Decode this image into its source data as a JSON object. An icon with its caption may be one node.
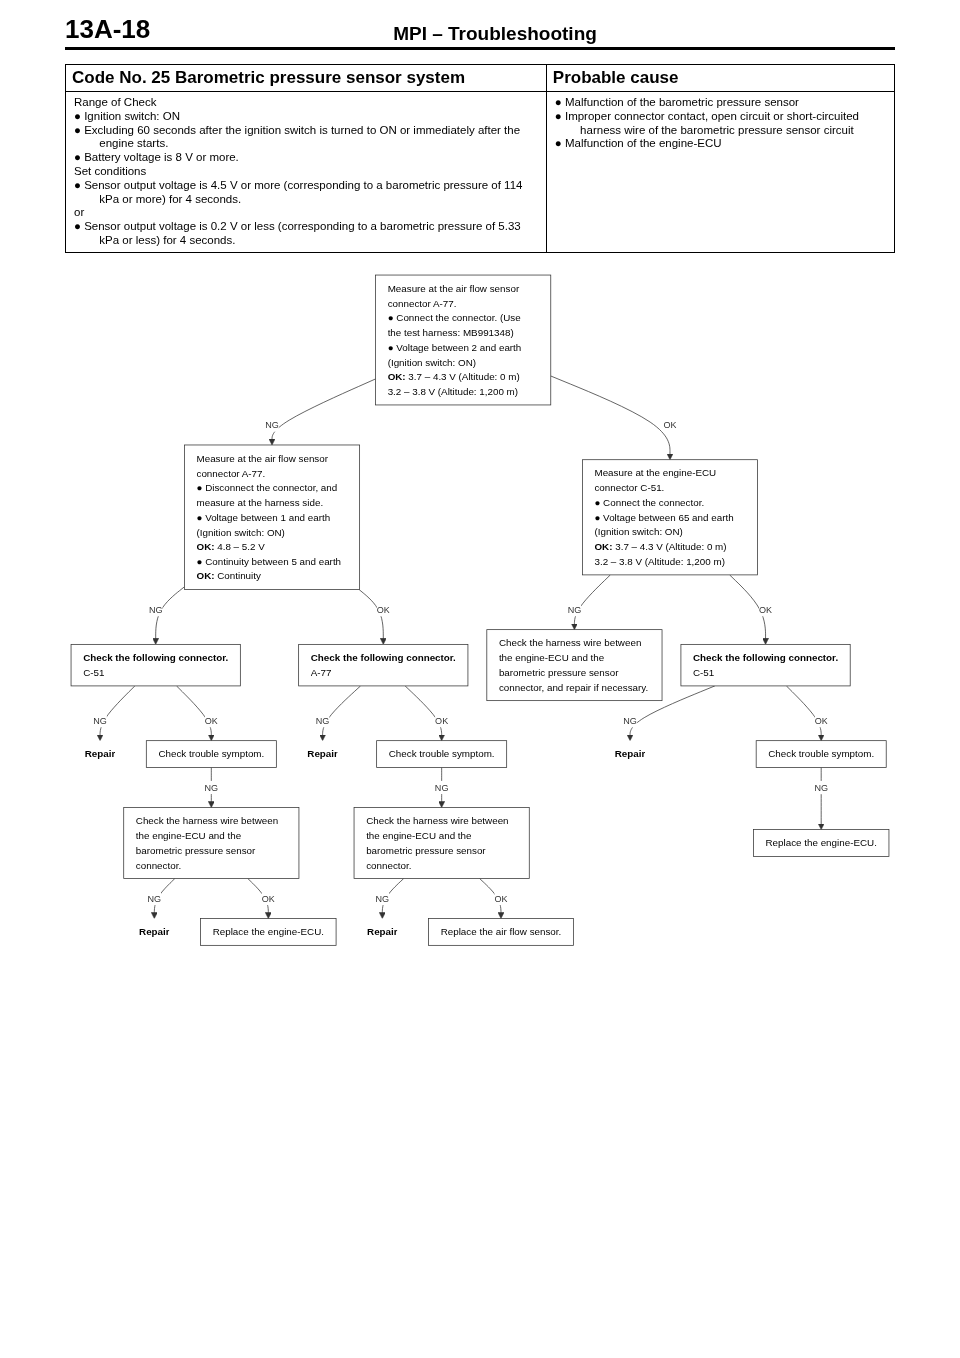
{
  "diagram": {
    "title": "MPI – Troubleshooting",
    "nodes": [
      {
        "text": [
          "Measure at the air flow sensor connector A-77.",
          "● Connect the connector. (Use the test harness: MB991348)",
          "● Voltage between 2 and earth (Ignition switch: ON)",
          "**OK:** 3.7 – 4.3 V (Altitude: 0 m) 3.2 – 3.8 V (Altitude: 1,200 m)"
        ]
      },
      {
        "text": [
          "Measure at the air flow sensor connector A-77.",
          "● Disconnect the connector, and measure at the harness side.",
          "● Voltage between 1 and earth (Ignition switch: ON)",
          "**OK:** 4.8 – 5.2 V",
          "● Continuity between 5 and earth",
          "**OK:** Continuity"
        ]
      },
      {
        "text": [
          "Check the following connector.",
          "C-51"
        ]
      },
      {
        "text": [
          "Repair"
        ]
      },
      {
        "text": [
          "Check trouble symptom."
        ]
      },
      {
        "text": [
          "Check the harness wire between the engine-ECU and the barometric pressure sensor connector."
        ]
      },
      {
        "text": [
          "Repair"
        ]
      },
      {
        "text": [
          "Check the following connector.",
          "A-77"
        ]
      },
      {
        "text": [
          "Repair"
        ]
      },
      {
        "text": [
          "Replace the engine-ECU."
        ]
      },
      {
        "text": [
          "Check trouble symptom."
        ]
      },
      {
        "text": [
          "Check the harness wire between the engine-ECU and the barometric pressure sensor connector."
        ]
      },
      {
        "text": [
          "Repair"
        ]
      },
      {
        "text": [
          "Replace the air flow sensor."
        ]
      },
      {
        "text": [
          "Measure at the engine-ECU connector C-51.",
          "● Connect the connector.",
          "● Voltage between 65 and earth (Ignition switch: ON)",
          "**OK:** 3.7 – 4.3 V (Altitude: 0 m) 3.2 – 3.8 V (Altitude: 1,200 m)"
        ]
      },
      {
        "text": [
          "Check the harness wire between the engine-ECU and the barometric pressure sensor connector, and repair if necessary."
        ]
      },
      {
        "text": [
          "Check the following connector.",
          "C-51"
        ]
      },
      {
        "text": [
          "Repair"
        ]
      },
      {
        "text": [
          "Check trouble symptom."
        ]
      },
      {
        "text": [
          "Replace the engine-ECU."
        ]
      }
    ],
    "edges": [
      {
        "from": 0,
        "to": 1,
        "arrow": "to",
        "label": "NG"
      },
      {
        "from": 1,
        "to": 2,
        "arrow": "to",
        "label": "NG"
      },
      {
        "from": 2,
        "to": 3,
        "arrow": "to",
        "label": "NG"
      },
      {
        "from": 2,
        "to": 4,
        "arrow": "to",
        "label": "OK"
      },
      {
        "from": 4,
        "to": 5,
        "arrow": "to",
        "label": "NG"
      },
      {
        "from": 5,
        "to": 6,
        "arrow": "to",
        "label": "NG"
      },
      {
        "from": 5,
        "to": 9,
        "arrow": "to",
        "label": "OK"
      },
      {
        "from": 1,
        "to": 7,
        "arrow": "to",
        "label": "OK"
      },
      {
        "from": 7,
        "to": 8,
        "arrow": "to",
        "label": "NG"
      },
      {
        "from": 7,
        "to": 10,
        "arrow": "to",
        "label": "OK"
      },
      {
        "from": 10,
        "to": 11,
        "arrow": "to",
        "label": "NG"
      },
      {
        "from": 11,
        "to": 12,
        "arrow": "to",
        "label": "NG"
      },
      {
        "from": 11,
        "to": 13,
        "arrow": "to",
        "label": "OK"
      },
      {
        "from": 0,
        "to": 14,
        "arrow": "to",
        "label": "OK"
      },
      {
        "from": 14,
        "to": 15,
        "arrow": "to",
        "label": "NG"
      },
      {
        "from": 14,
        "to": 16,
        "arrow": "to",
        "label": "OK"
      },
      {
        "from": 16,
        "to": 17,
        "arrow": "to",
        "label": "NG"
      },
      {
        "from": 16,
        "to": 18,
        "arrow": "to",
        "label": "OK"
      },
      {
        "from": 18,
        "to": 19,
        "arrow": "to",
        "label": "NG"
      }
    ],
    "labels": [
      "13A-18",
      "Code No. 25 Barometric pressure sensor system",
      "Probable cause",
      "Range of Check",
      "● Ignition switch: ON",
      "● Excluding 60 seconds after the ignition switch is turned to ON or immediately after the engine starts.",
      "● Battery voltage is 8 V or more.",
      "Set conditions",
      "● Sensor output voltage is 4.5 V or more (corresponding to a barometric pressure of 114 kPa or more) for 4 seconds.",
      "or",
      "● Sensor output voltage is 0.2 V or less (corresponding to a barometric pressure of 5.33 kPa or less) for 4 seconds.",
      "● Malfunction of the barometric pressure sensor",
      "● Improper connector contact, open circuit or short-circuited harness wire of the barometric pressure sensor circuit",
      "● Malfunction of the engine-ECU"
    ]
  }
}
